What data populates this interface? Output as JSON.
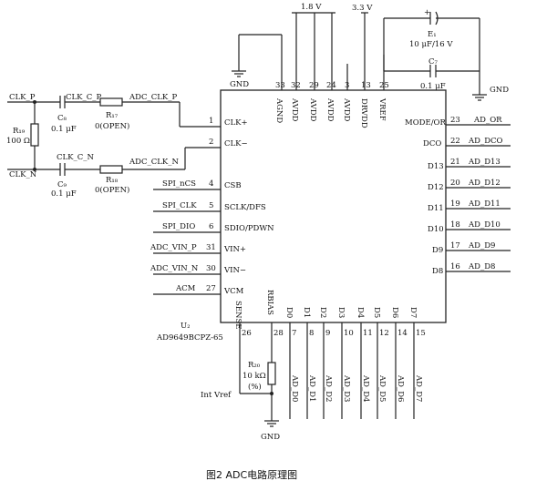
{
  "caption": "图2   ADC电路原理图",
  "chip": {
    "designator": "U₂",
    "part_number": "AD9649BCPZ-65"
  },
  "left_pins": [
    {
      "num": "1",
      "name": "CLK+",
      "net": ""
    },
    {
      "num": "2",
      "name": "CLK−",
      "net": ""
    },
    {
      "num": "4",
      "name": "CSB",
      "net": "SPI_nCS"
    },
    {
      "num": "5",
      "name": "SCLK/DFS",
      "net": "SPI_CLK"
    },
    {
      "num": "6",
      "name": "SDIO/PDWN",
      "net": "SPI_DIO"
    },
    {
      "num": "31",
      "name": "VIN+",
      "net": "ADC_VIN_P"
    },
    {
      "num": "30",
      "name": "VIN−",
      "net": "ADC_VIN_N"
    },
    {
      "num": "27",
      "name": "VCM",
      "net": "ACM"
    }
  ],
  "right_pins": [
    {
      "num": "23",
      "name": "MODE/OR",
      "net": "AD_OR"
    },
    {
      "num": "22",
      "name": "DCO",
      "net": "AD_DCO"
    },
    {
      "num": "21",
      "name": "D13",
      "net": "AD_D13"
    },
    {
      "num": "20",
      "name": "D12",
      "net": "AD_D12"
    },
    {
      "num": "19",
      "name": "D11",
      "net": "AD_D11"
    },
    {
      "num": "18",
      "name": "D10",
      "net": "AD_D10"
    },
    {
      "num": "17",
      "name": "D9",
      "net": "AD_D9"
    },
    {
      "num": "16",
      "name": "D8",
      "net": "AD_D8"
    }
  ],
  "top_pins": [
    {
      "num": "33",
      "name": "AGND"
    },
    {
      "num": "32",
      "name": "AVDD"
    },
    {
      "num": "29",
      "name": "AVDD"
    },
    {
      "num": "24",
      "name": "AVDD"
    },
    {
      "num": "3",
      "name": "AVDD"
    },
    {
      "num": "13",
      "name": "DRVDD"
    },
    {
      "num": "25",
      "name": "VREF"
    }
  ],
  "bottom_pins": [
    {
      "num": "26",
      "name": "SENSE",
      "net": ""
    },
    {
      "num": "28",
      "name": "RBIAS",
      "net": ""
    },
    {
      "num": "7",
      "name": "D0",
      "net": "AD_D0"
    },
    {
      "num": "8",
      "name": "D1",
      "net": "AD_D1"
    },
    {
      "num": "9",
      "name": "D2",
      "net": "AD_D2"
    },
    {
      "num": "10",
      "name": "D3",
      "net": "AD_D3"
    },
    {
      "num": "11",
      "name": "D4",
      "net": "AD_D4"
    },
    {
      "num": "12",
      "name": "D5",
      "net": "AD_D5"
    },
    {
      "num": "14",
      "name": "D6",
      "net": "AD_D6"
    },
    {
      "num": "15",
      "name": "D7",
      "net": "AD_D7"
    }
  ],
  "power": {
    "v18": "1.8 V",
    "v33": "3.3 V",
    "gnd": "GND"
  },
  "components": {
    "e1_ref": "E₁",
    "e1_val": "10 μF/16 V",
    "c7_ref": "C₇",
    "c7_val": "0.1 μF",
    "c8_ref": "C₈",
    "c8_val": "0.1 μF",
    "c9_ref": "C₉",
    "c9_val": "0.1 μF",
    "r17_ref": "R₁₇",
    "r17_val": "0(OPEN)",
    "r18_ref": "R₁₈",
    "r18_val": "0(OPEN)",
    "r19_ref": "R₁₉",
    "r19_val": "100 Ω",
    "r20_ref": "R₂₀",
    "r20_val": "10 kΩ",
    "r20_tol": "(%)",
    "plus": "+"
  },
  "nets": {
    "clk_p": "CLK_P",
    "clk_n": "CLK_N",
    "clk_c_p": "CLK_C_P",
    "clk_c_n": "CLK_C_N",
    "adc_clk_p": "ADC_CLK_P",
    "adc_clk_n": "ADC_CLK_N",
    "int_vref": "Int Vref"
  }
}
